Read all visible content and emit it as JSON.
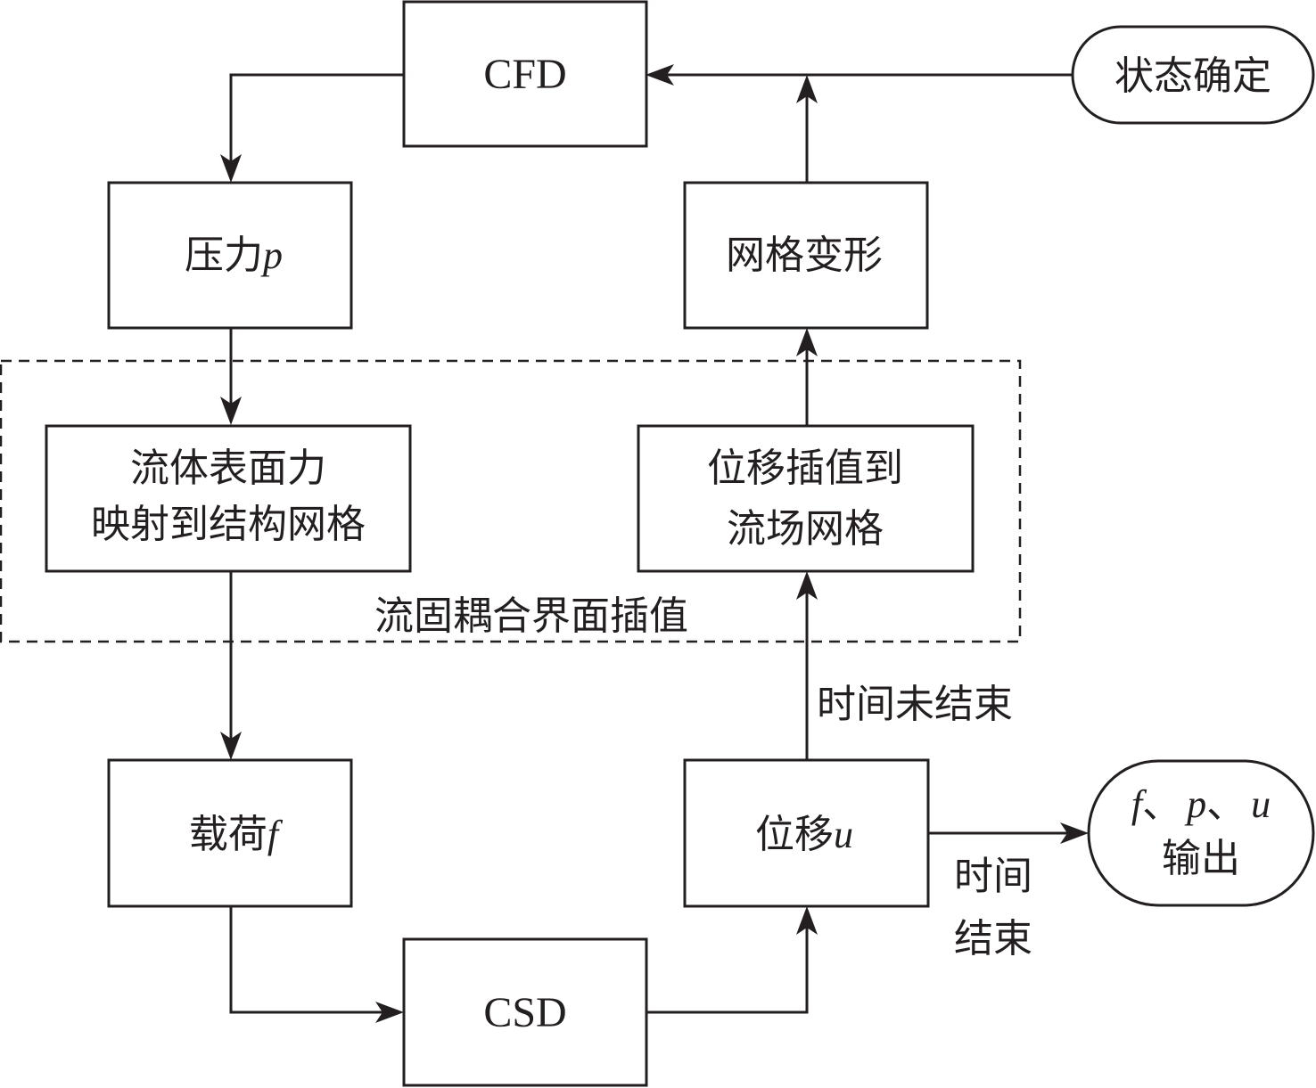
{
  "diagram": {
    "nodes": {
      "cfd": "CFD",
      "state": "状态确定",
      "pressure": {
        "cn": "压力",
        "var": "p"
      },
      "mesh_deform": "网格变形",
      "force_map": {
        "line1": "流体表面力",
        "line2": "映射到结构网格"
      },
      "disp_interp": {
        "line1": "位移插值到",
        "line2": "流场网格"
      },
      "load": {
        "cn": "载荷",
        "var": "f"
      },
      "disp": {
        "cn": "位移",
        "var": "u"
      },
      "csd": "CSD",
      "output": {
        "line1_vars": [
          "f",
          "p",
          "u"
        ],
        "sep": "、",
        "line2": "输出"
      }
    },
    "group_label": "流固耦合界面插值",
    "edge_labels": {
      "time_not_end": "时间未结束",
      "time_end_line1": "时间",
      "time_end_line2": "结束"
    },
    "colors": {
      "stroke": "#231f20",
      "background": "#ffffff"
    }
  }
}
